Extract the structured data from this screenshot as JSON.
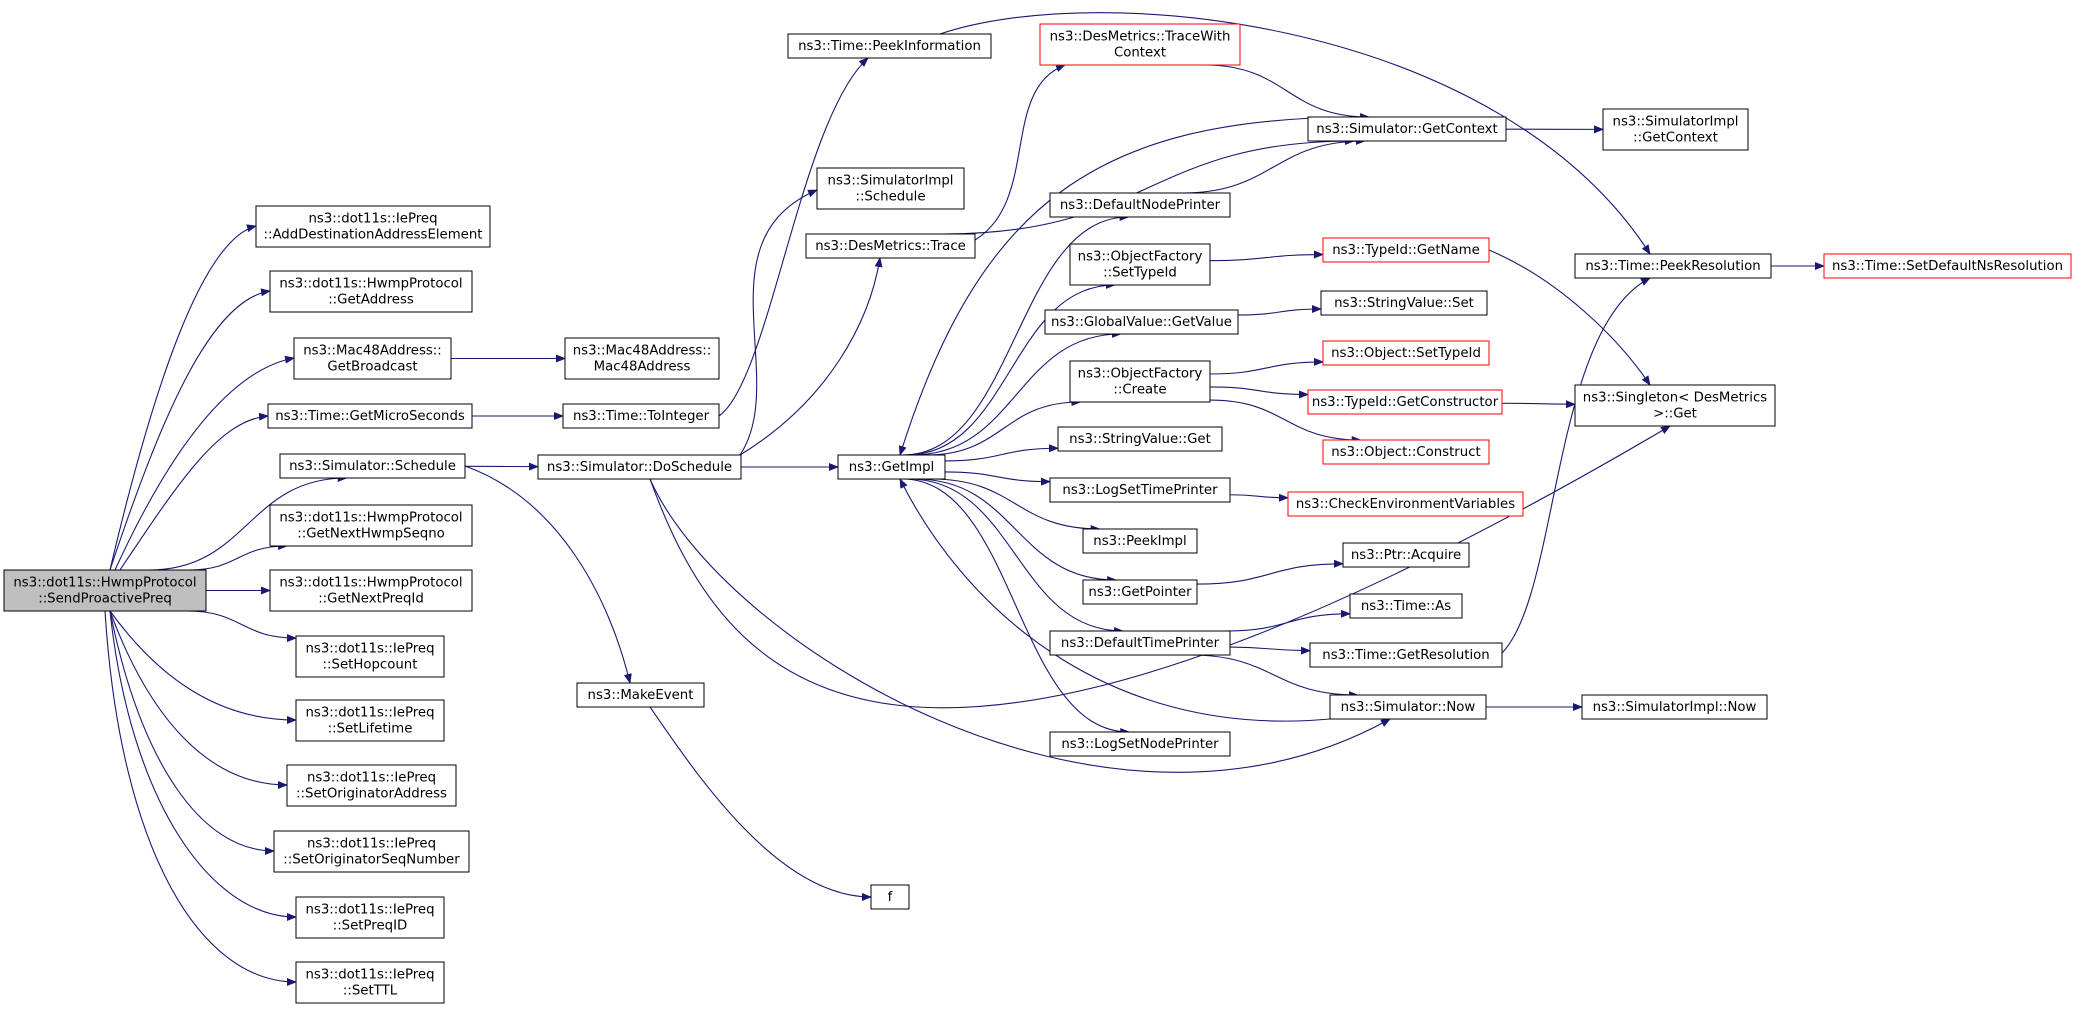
{
  "colors": {
    "edge": "#191970",
    "node_border": "#000000",
    "truncated_border": "#ff0000",
    "root_fill": "#bfbfbf",
    "node_fill": "#ffffff"
  },
  "nodes": [
    {
      "id": "root",
      "lines": [
        "ns3::dot11s::HwmpProtocol",
        "::SendProactivePreq"
      ],
      "style": "root"
    },
    {
      "id": "ie_adddest",
      "lines": [
        "ns3::dot11s::IePreq",
        "::AddDestinationAddressElement"
      ],
      "style": "normal"
    },
    {
      "id": "hwmp_getaddr",
      "lines": [
        "ns3::dot11s::HwmpProtocol",
        "::GetAddress"
      ],
      "style": "normal"
    },
    {
      "id": "mac_getbc",
      "lines": [
        "ns3::Mac48Address::",
        "GetBroadcast"
      ],
      "style": "normal"
    },
    {
      "id": "mac_ctor",
      "lines": [
        "ns3::Mac48Address::",
        "Mac48Address"
      ],
      "style": "normal"
    },
    {
      "id": "time_getmicro",
      "lines": [
        "ns3::Time::GetMicroSeconds"
      ],
      "style": "normal"
    },
    {
      "id": "time_toint",
      "lines": [
        "ns3::Time::ToInteger"
      ],
      "style": "normal"
    },
    {
      "id": "sim_schedule",
      "lines": [
        "ns3::Simulator::Schedule"
      ],
      "style": "normal"
    },
    {
      "id": "sim_doschedule",
      "lines": [
        "ns3::Simulator::DoSchedule"
      ],
      "style": "normal"
    },
    {
      "id": "hwmp_getseqno",
      "lines": [
        "ns3::dot11s::HwmpProtocol",
        "::GetNextHwmpSeqno"
      ],
      "style": "normal"
    },
    {
      "id": "hwmp_getpreqid",
      "lines": [
        "ns3::dot11s::HwmpProtocol",
        "::GetNextPreqId"
      ],
      "style": "normal"
    },
    {
      "id": "ie_sethop",
      "lines": [
        "ns3::dot11s::IePreq",
        "::SetHopcount"
      ],
      "style": "normal"
    },
    {
      "id": "ie_setlife",
      "lines": [
        "ns3::dot11s::IePreq",
        "::SetLifetime"
      ],
      "style": "normal"
    },
    {
      "id": "ie_setorigaddr",
      "lines": [
        "ns3::dot11s::IePreq",
        "::SetOriginatorAddress"
      ],
      "style": "normal"
    },
    {
      "id": "ie_setorigseq",
      "lines": [
        "ns3::dot11s::IePreq",
        "::SetOriginatorSeqNumber"
      ],
      "style": "normal"
    },
    {
      "id": "ie_setpreqid",
      "lines": [
        "ns3::dot11s::IePreq",
        "::SetPreqID"
      ],
      "style": "normal"
    },
    {
      "id": "ie_setttl",
      "lines": [
        "ns3::dot11s::IePreq",
        "::SetTTL"
      ],
      "style": "normal"
    },
    {
      "id": "makeevent",
      "lines": [
        "ns3::MakeEvent"
      ],
      "style": "normal"
    },
    {
      "id": "f",
      "lines": [
        "f"
      ],
      "style": "normal"
    },
    {
      "id": "time_peekinfo",
      "lines": [
        "ns3::Time::PeekInformation"
      ],
      "style": "normal"
    },
    {
      "id": "simimpl_schedule",
      "lines": [
        "ns3::SimulatorImpl",
        "::Schedule"
      ],
      "style": "normal"
    },
    {
      "id": "desmetrics_trace",
      "lines": [
        "ns3::DesMetrics::Trace"
      ],
      "style": "normal"
    },
    {
      "id": "getimpl",
      "lines": [
        "ns3::GetImpl"
      ],
      "style": "normal"
    },
    {
      "id": "desmetrics_tracewith",
      "lines": [
        "ns3::DesMetrics::TraceWith",
        "Context"
      ],
      "style": "truncated"
    },
    {
      "id": "sim_getcontext",
      "lines": [
        "ns3::Simulator::GetContext"
      ],
      "style": "normal"
    },
    {
      "id": "simimpl_getcontext",
      "lines": [
        "ns3::SimulatorImpl",
        "::GetContext"
      ],
      "style": "normal"
    },
    {
      "id": "defaultnodeprinter",
      "lines": [
        "ns3::DefaultNodePrinter"
      ],
      "style": "normal"
    },
    {
      "id": "of_settypeid",
      "lines": [
        "ns3::ObjectFactory",
        "::SetTypeId"
      ],
      "style": "normal"
    },
    {
      "id": "typeid_getname",
      "lines": [
        "ns3::TypeId::GetName"
      ],
      "style": "truncated"
    },
    {
      "id": "gv_getvalue",
      "lines": [
        "ns3::GlobalValue::GetValue"
      ],
      "style": "normal"
    },
    {
      "id": "sv_set",
      "lines": [
        "ns3::StringValue::Set"
      ],
      "style": "normal"
    },
    {
      "id": "of_create",
      "lines": [
        "ns3::ObjectFactory",
        "::Create"
      ],
      "style": "normal"
    },
    {
      "id": "obj_settypeid",
      "lines": [
        "ns3::Object::SetTypeId"
      ],
      "style": "truncated"
    },
    {
      "id": "typeid_getctor",
      "lines": [
        "ns3::TypeId::GetConstructor"
      ],
      "style": "truncated"
    },
    {
      "id": "obj_construct",
      "lines": [
        "ns3::Object::Construct"
      ],
      "style": "truncated"
    },
    {
      "id": "sv_get",
      "lines": [
        "ns3::StringValue::Get"
      ],
      "style": "normal"
    },
    {
      "id": "logsettimeprinter",
      "lines": [
        "ns3::LogSetTimePrinter"
      ],
      "style": "normal"
    },
    {
      "id": "checkenv",
      "lines": [
        "ns3::CheckEnvironmentVariables"
      ],
      "style": "truncated"
    },
    {
      "id": "peekimpl",
      "lines": [
        "ns3::PeekImpl"
      ],
      "style": "normal"
    },
    {
      "id": "getpointer",
      "lines": [
        "ns3::GetPointer"
      ],
      "style": "normal"
    },
    {
      "id": "ptr_acquire",
      "lines": [
        "ns3::Ptr::Acquire"
      ],
      "style": "normal"
    },
    {
      "id": "defaulttimeprinter",
      "lines": [
        "ns3::DefaultTimePrinter"
      ],
      "style": "normal"
    },
    {
      "id": "time_as",
      "lines": [
        "ns3::Time::As"
      ],
      "style": "normal"
    },
    {
      "id": "time_getres",
      "lines": [
        "ns3::Time::GetResolution"
      ],
      "style": "normal"
    },
    {
      "id": "sim_now",
      "lines": [
        "ns3::Simulator::Now"
      ],
      "style": "normal"
    },
    {
      "id": "simimpl_now",
      "lines": [
        "ns3::SimulatorImpl::Now"
      ],
      "style": "normal"
    },
    {
      "id": "logsetnodeprinter",
      "lines": [
        "ns3::LogSetNodePrinter"
      ],
      "style": "normal"
    },
    {
      "id": "time_peekres",
      "lines": [
        "ns3::Time::PeekResolution"
      ],
      "style": "normal"
    },
    {
      "id": "time_setdefaultns",
      "lines": [
        "ns3::Time::SetDefaultNsResolution"
      ],
      "style": "truncated"
    },
    {
      "id": "singleton_get",
      "lines": [
        "ns3::Singleton< DesMetrics",
        " >::Get"
      ],
      "style": "normal"
    }
  ],
  "edges": [
    [
      "root",
      "ie_adddest"
    ],
    [
      "root",
      "hwmp_getaddr"
    ],
    [
      "root",
      "mac_getbc"
    ],
    [
      "root",
      "time_getmicro"
    ],
    [
      "root",
      "sim_schedule"
    ],
    [
      "root",
      "hwmp_getseqno"
    ],
    [
      "root",
      "hwmp_getpreqid"
    ],
    [
      "root",
      "ie_sethop"
    ],
    [
      "root",
      "ie_setlife"
    ],
    [
      "root",
      "ie_setorigaddr"
    ],
    [
      "root",
      "ie_setorigseq"
    ],
    [
      "root",
      "ie_setpreqid"
    ],
    [
      "root",
      "ie_setttl"
    ],
    [
      "mac_getbc",
      "mac_ctor"
    ],
    [
      "time_getmicro",
      "time_toint"
    ],
    [
      "time_toint",
      "time_peekinfo"
    ],
    [
      "sim_schedule",
      "sim_doschedule"
    ],
    [
      "sim_schedule",
      "makeevent"
    ],
    [
      "makeevent",
      "f"
    ],
    [
      "sim_doschedule",
      "simimpl_schedule"
    ],
    [
      "sim_doschedule",
      "desmetrics_trace"
    ],
    [
      "sim_doschedule",
      "getimpl"
    ],
    [
      "sim_doschedule",
      "sim_now"
    ],
    [
      "sim_doschedule",
      "singleton_get"
    ],
    [
      "desmetrics_trace",
      "desmetrics_tracewith"
    ],
    [
      "desmetrics_trace",
      "sim_getcontext"
    ],
    [
      "desmetrics_tracewith",
      "sim_getcontext"
    ],
    [
      "sim_getcontext",
      "simimpl_getcontext"
    ],
    [
      "sim_getcontext",
      "getimpl"
    ],
    [
      "getimpl",
      "defaultnodeprinter"
    ],
    [
      "getimpl",
      "of_settypeid"
    ],
    [
      "getimpl",
      "gv_getvalue"
    ],
    [
      "getimpl",
      "of_create"
    ],
    [
      "getimpl",
      "sv_get"
    ],
    [
      "getimpl",
      "logsettimeprinter"
    ],
    [
      "getimpl",
      "peekimpl"
    ],
    [
      "getimpl",
      "getpointer"
    ],
    [
      "getimpl",
      "defaulttimeprinter"
    ],
    [
      "getimpl",
      "logsetnodeprinter"
    ],
    [
      "defaultnodeprinter",
      "sim_getcontext"
    ],
    [
      "of_settypeid",
      "typeid_getname"
    ],
    [
      "typeid_getname",
      "singleton_get"
    ],
    [
      "gv_getvalue",
      "sv_set"
    ],
    [
      "of_create",
      "obj_settypeid"
    ],
    [
      "of_create",
      "typeid_getctor"
    ],
    [
      "of_create",
      "obj_construct"
    ],
    [
      "typeid_getctor",
      "singleton_get"
    ],
    [
      "logsettimeprinter",
      "checkenv"
    ],
    [
      "getpointer",
      "ptr_acquire"
    ],
    [
      "defaulttimeprinter",
      "time_as"
    ],
    [
      "defaulttimeprinter",
      "time_getres"
    ],
    [
      "defaulttimeprinter",
      "sim_now"
    ],
    [
      "time_getres",
      "time_peekres"
    ],
    [
      "sim_now",
      "simimpl_now"
    ],
    [
      "sim_now",
      "getimpl"
    ],
    [
      "time_peekinfo",
      "time_peekres"
    ],
    [
      "time_peekres",
      "time_setdefaultns"
    ]
  ]
}
